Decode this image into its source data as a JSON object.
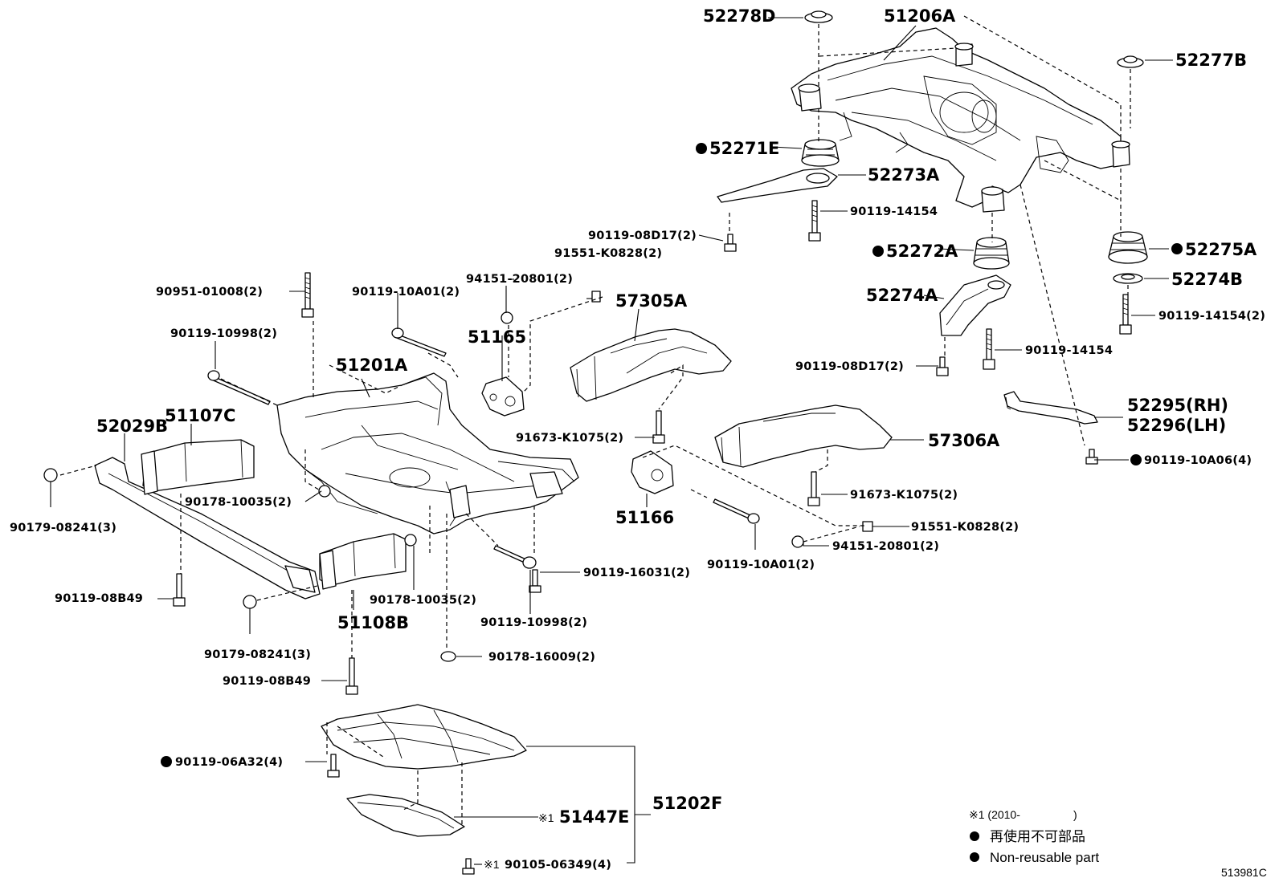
{
  "parts": {
    "p52278D": "52278D",
    "p51206A": "51206A",
    "p52277B": "52277B",
    "p52271E": "52271E",
    "p52273A": "52273A",
    "p90119_14154_a": "90119-14154",
    "p90119_08D17_a": "90119-08D17(2)",
    "p91551_K0828_a": "91551-K0828(2)",
    "p52272A": "52272A",
    "p52275A": "52275A",
    "p52274B": "52274B",
    "p94151_20801_a": "94151-20801(2)",
    "p90951_01008": "90951-01008(2)",
    "p90119_10A01_a": "90119-10A01(2)",
    "p57305A": "57305A",
    "p52274A": "52274A",
    "p90119_14154_2": "90119-14154(2)",
    "p51165": "51165",
    "p90119_10998_a": "90119-10998(2)",
    "p51201A": "51201A",
    "p90119_08D17_b": "90119-08D17(2)",
    "p90119_14154_b": "90119-14154",
    "p52295": "52295(RH)",
    "p52296": "52296(LH)",
    "p52029B": "52029B",
    "p51107C": "51107C",
    "p91673_K1075_a": "91673-K1075(2)",
    "p57306A": "57306A",
    "p90119_10A06": "90119-10A06(4)",
    "p90179_08241_a": "90179-08241(3)",
    "p90178_10035_a": "90178-10035(2)",
    "p91673_K1075_b": "91673-K1075(2)",
    "p51166": "51166",
    "p91551_K0828_b": "91551-K0828(2)",
    "p94151_20801_b": "94151-20801(2)",
    "p90119_10A01_b": "90119-10A01(2)",
    "p90119_16031": "90119-16031(2)",
    "p90119_08B49_a": "90119-08B49",
    "p90178_10035_b": "90178-10035(2)",
    "p51108B": "51108B",
    "p90119_10998_b": "90119-10998(2)",
    "p90179_08241_b": "90179-08241(3)",
    "p90178_16009": "90178-16009(2)",
    "p90119_08B49_b": "90119-08B49",
    "p90119_06A32": "90119-06A32(4)",
    "p51447E": "51447E",
    "p51202F": "51202F",
    "p90105_06349": "90105-06349(4)"
  },
  "notes": {
    "star1": "※1",
    "star1_range_open": "※1 (2010-",
    "star1_range_close": ")"
  },
  "legend": {
    "jp": "再使用不可部品",
    "en": "Non-reusable part"
  },
  "illustration_id": "513981C"
}
